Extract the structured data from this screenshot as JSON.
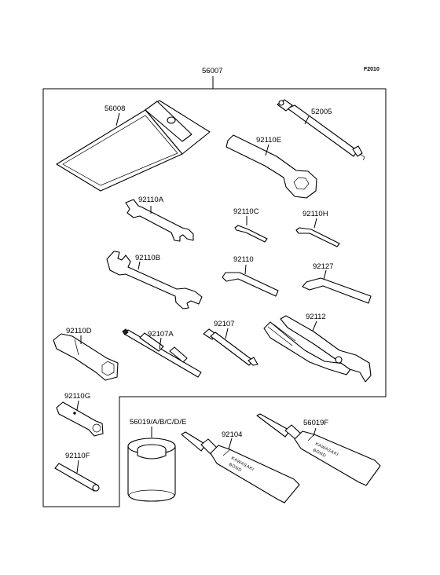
{
  "figure_code": "F2010",
  "assembly": {
    "part_no": "56007"
  },
  "parts": [
    {
      "id": "pouch",
      "part_no": "56008"
    },
    {
      "id": "extension",
      "part_no": "52005"
    },
    {
      "id": "ring-wrench",
      "part_no": "92110E"
    },
    {
      "id": "open-wrench-small",
      "part_no": "92110A"
    },
    {
      "id": "hex-key-c",
      "part_no": "92110C"
    },
    {
      "id": "hex-key-h",
      "part_no": "92110H"
    },
    {
      "id": "open-wrench-large",
      "part_no": "92110B"
    },
    {
      "id": "hex-key",
      "part_no": "92110"
    },
    {
      "id": "hex-key-large",
      "part_no": "92127"
    },
    {
      "id": "box-wrench-d",
      "part_no": "92110D"
    },
    {
      "id": "screwdriver-grip",
      "part_no": "92107A"
    },
    {
      "id": "screwdriver",
      "part_no": "92107"
    },
    {
      "id": "pliers",
      "part_no": "92112"
    },
    {
      "id": "box-wrench-g",
      "part_no": "92110G"
    },
    {
      "id": "handle-bar",
      "part_no": "92110F"
    },
    {
      "id": "bond-can",
      "part_no": "56019/A/B/C/D/E"
    },
    {
      "id": "bond-tube",
      "part_no": "92104"
    },
    {
      "id": "bond-tube-f",
      "part_no": "56019F"
    }
  ],
  "tube_labels": {
    "brand": "KAWASAKI",
    "product": "BOND"
  }
}
